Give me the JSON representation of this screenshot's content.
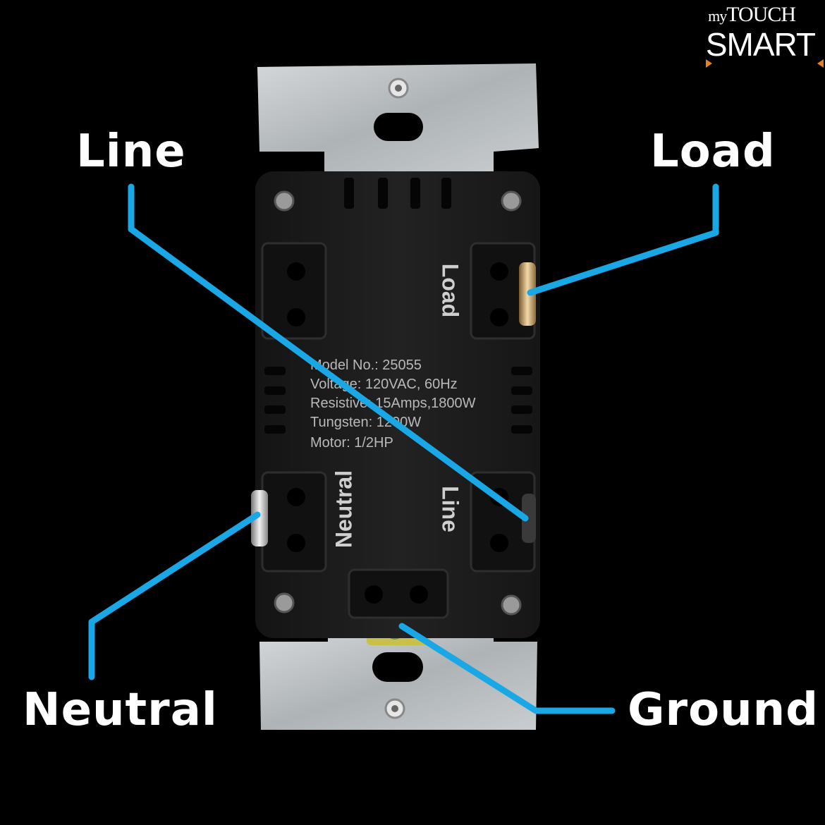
{
  "brand": {
    "prefix": "my",
    "name_top": "TOUCH",
    "name_bottom": "SMART",
    "accent_color": "#e8801e"
  },
  "labels": {
    "line": "Line",
    "load": "Load",
    "neutral": "Neutral",
    "ground": "Ground"
  },
  "device": {
    "terminal_labels": {
      "load": "Load",
      "line": "Line",
      "neutral": "Neutral"
    },
    "spec_lines": [
      "Model No.: 25055",
      "Voltage: 120VAC, 60Hz",
      "Resistive: 15Amps,1800W",
      "Tungsten: 1200W",
      "Motor: 1/2HP"
    ]
  },
  "colors": {
    "leader": "#1aa7e6",
    "background": "#000000",
    "text": "#ffffff",
    "body": "#1c1c1c",
    "plate": "#b8bcbf"
  }
}
